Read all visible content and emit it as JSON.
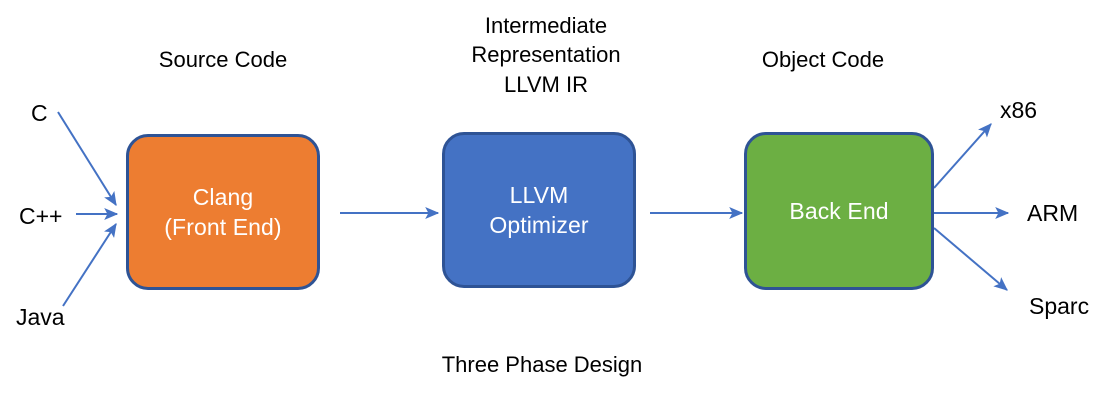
{
  "diagram": {
    "caption": "Three Phase Design",
    "colors": {
      "front_end_fill": "#ED7D31",
      "optimizer_fill": "#4472C4",
      "back_end_fill": "#6CAF43",
      "box_border": "#2E5395",
      "arrow": "#4472C4",
      "text_dark": "#000000",
      "text_light": "#FFFFFF",
      "background": "#FFFFFF"
    },
    "stage_labels": {
      "source_code": "Source Code",
      "intermediate_line1": "Intermediate",
      "intermediate_line2": "Representation",
      "intermediate_line3": "LLVM IR",
      "object_code": "Object Code"
    },
    "boxes": {
      "front_end_line1": "Clang",
      "front_end_line2": "(Front End)",
      "optimizer_line1": "LLVM",
      "optimizer_line2": "Optimizer",
      "back_end_line1": "Back End"
    },
    "inputs": [
      {
        "label": "C"
      },
      {
        "label": "C++"
      },
      {
        "label": "Java"
      }
    ],
    "outputs": [
      {
        "label": "x86"
      },
      {
        "label": "ARM"
      },
      {
        "label": "Sparc"
      }
    ]
  }
}
